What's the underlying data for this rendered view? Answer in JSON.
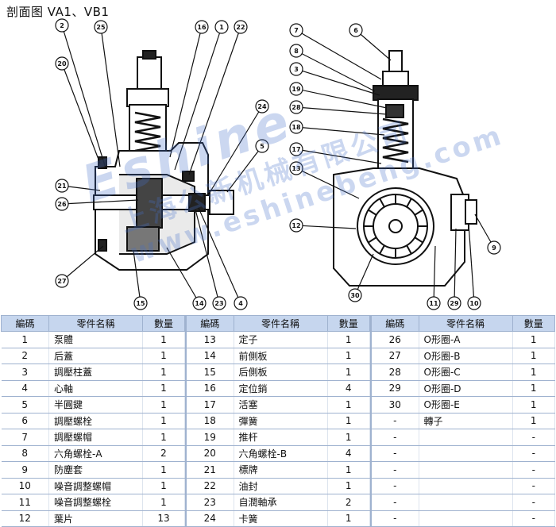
{
  "title": "剖面图 VA1、VB1",
  "callouts_left": [
    "2",
    "25",
    "16",
    "1",
    "22",
    "20",
    "24",
    "5",
    "21",
    "26",
    "27",
    "15",
    "14",
    "23",
    "4"
  ],
  "callouts_right": [
    "7",
    "6",
    "8",
    "3",
    "19",
    "28",
    "18",
    "17",
    "13",
    "12",
    "30",
    "11",
    "29",
    "10",
    "9"
  ],
  "watermark": {
    "main": "Eshine",
    "sub": "上海公新机械有限公司  www.eshinebeng.com"
  },
  "tables": [
    {
      "headers": [
        "編碼",
        "零件名稱",
        "數量"
      ],
      "rows": [
        [
          "1",
          "泵體",
          "1"
        ],
        [
          "2",
          "后蓋",
          "1"
        ],
        [
          "3",
          "調壓柱蓋",
          "1"
        ],
        [
          "4",
          "心軸",
          "1"
        ],
        [
          "5",
          "半圓鍵",
          "1"
        ],
        [
          "6",
          "調壓螺栓",
          "1"
        ],
        [
          "7",
          "調壓螺帽",
          "1"
        ],
        [
          "8",
          "六角螺栓-A",
          "2"
        ],
        [
          "9",
          "防塵套",
          "1"
        ],
        [
          "10",
          "噪音調整螺帽",
          "1"
        ],
        [
          "11",
          "噪音調整螺栓",
          "1"
        ],
        [
          "12",
          "葉片",
          "13"
        ]
      ]
    },
    {
      "headers": [
        "編碼",
        "零件名稱",
        "數量"
      ],
      "rows": [
        [
          "13",
          "定子",
          "1"
        ],
        [
          "14",
          "前側板",
          "1"
        ],
        [
          "15",
          "后側板",
          "1"
        ],
        [
          "16",
          "定位銷",
          "4"
        ],
        [
          "17",
          "活塞",
          "1"
        ],
        [
          "18",
          "彈簧",
          "1"
        ],
        [
          "19",
          "推杆",
          "1"
        ],
        [
          "20",
          "六角螺栓-B",
          "4"
        ],
        [
          "21",
          "標牌",
          "1"
        ],
        [
          "22",
          "油封",
          "1"
        ],
        [
          "23",
          "自潤軸承",
          "2"
        ],
        [
          "24",
          "卡簧",
          "1"
        ]
      ]
    },
    {
      "headers": [
        "編碼",
        "零件名稱",
        "數量"
      ],
      "rows": [
        [
          "26",
          "O形圈-A",
          "1"
        ],
        [
          "27",
          "O形圈-B",
          "1"
        ],
        [
          "28",
          "O形圈-C",
          "1"
        ],
        [
          "29",
          "O形圈-D",
          "1"
        ],
        [
          "30",
          "O形圈-E",
          "1"
        ],
        [
          "-",
          "轉子",
          "1"
        ],
        [
          "-",
          "",
          "-"
        ],
        [
          "-",
          "",
          "-"
        ],
        [
          "-",
          "",
          "-"
        ],
        [
          "-",
          "",
          "-"
        ],
        [
          "-",
          "",
          "-"
        ],
        [
          "-",
          "",
          "-"
        ]
      ]
    }
  ]
}
